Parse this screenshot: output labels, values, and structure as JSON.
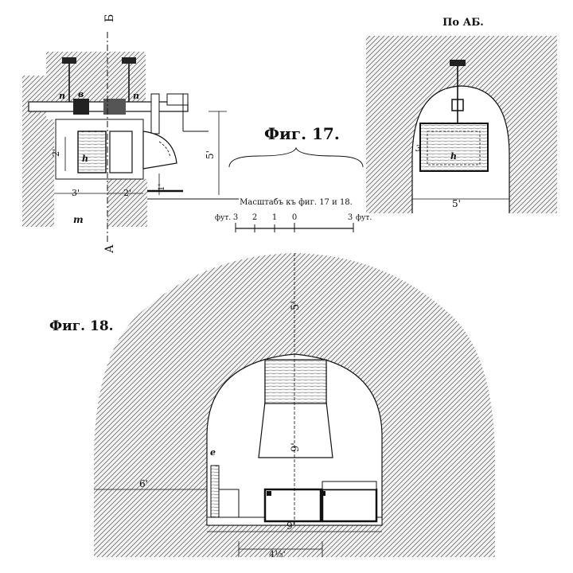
{
  "figures": {
    "fig17_title": "Фиг. 17.",
    "fig18_title": "Фиг. 18.",
    "section_title": "По АБ."
  },
  "scale_bar": {
    "caption": "Масштабъ къ фиг. 17 и 18.",
    "unit_left": "фут.",
    "unit_right": "фут.",
    "ticks": [
      "3",
      "2",
      "1",
      "0",
      "3"
    ]
  },
  "fig17_plan": {
    "section_marks": [
      "Б",
      "А"
    ],
    "part_letters": [
      "n",
      "в",
      "n",
      "h",
      "m"
    ],
    "dimensions": [
      "2'",
      "5'",
      "3'",
      "2'",
      "1'"
    ]
  },
  "fig17_section": {
    "part_letters": [
      "h",
      "3"
    ],
    "dimensions": [
      "5'"
    ]
  },
  "fig18_elevation": {
    "part_letters": [
      "e"
    ],
    "dimensions": [
      "5'",
      "9'",
      "6'",
      "9'",
      "4⅓'"
    ]
  }
}
